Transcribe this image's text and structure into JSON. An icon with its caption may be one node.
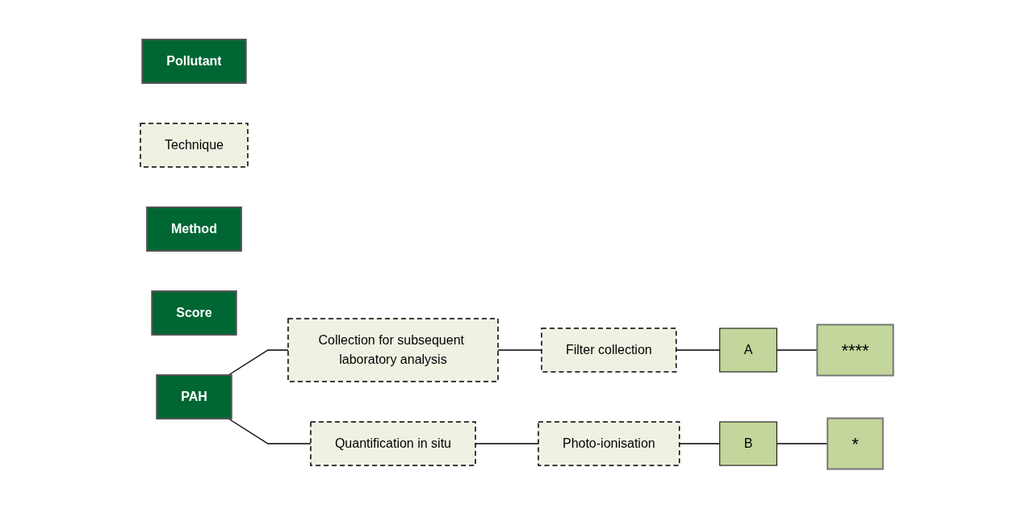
{
  "diagram": {
    "nodes": [
      {
        "text": [
          "Pollutant"
        ]
      },
      {
        "text": [
          "Technique"
        ]
      },
      {
        "text": [
          "Method"
        ]
      },
      {
        "text": [
          "Score"
        ]
      },
      {
        "text": [
          "PAH"
        ]
      },
      {
        "text": [
          "Collection for subsequent laboratory analysis"
        ]
      },
      {
        "text": [
          "Quantification in situ"
        ]
      },
      {
        "text": [
          "Filter collection"
        ]
      },
      {
        "text": [
          "Photo-ionisation"
        ]
      },
      {
        "text": [
          "A"
        ]
      },
      {
        "text": [
          "B"
        ]
      },
      {
        "text": [
          "****"
        ]
      },
      {
        "text": [
          "*"
        ]
      }
    ],
    "edges": [
      {
        "from": 4,
        "to": 5,
        "arrow": "none"
      },
      {
        "from": 4,
        "to": 6,
        "arrow": "none"
      },
      {
        "from": 5,
        "to": 7,
        "arrow": "none"
      },
      {
        "from": 6,
        "to": 8,
        "arrow": "none"
      },
      {
        "from": 7,
        "to": 9,
        "arrow": "none"
      },
      {
        "from": 8,
        "to": 10,
        "arrow": "none"
      },
      {
        "from": 9,
        "to": 11,
        "arrow": "none"
      },
      {
        "from": 10,
        "to": 12,
        "arrow": "none"
      }
    ]
  }
}
